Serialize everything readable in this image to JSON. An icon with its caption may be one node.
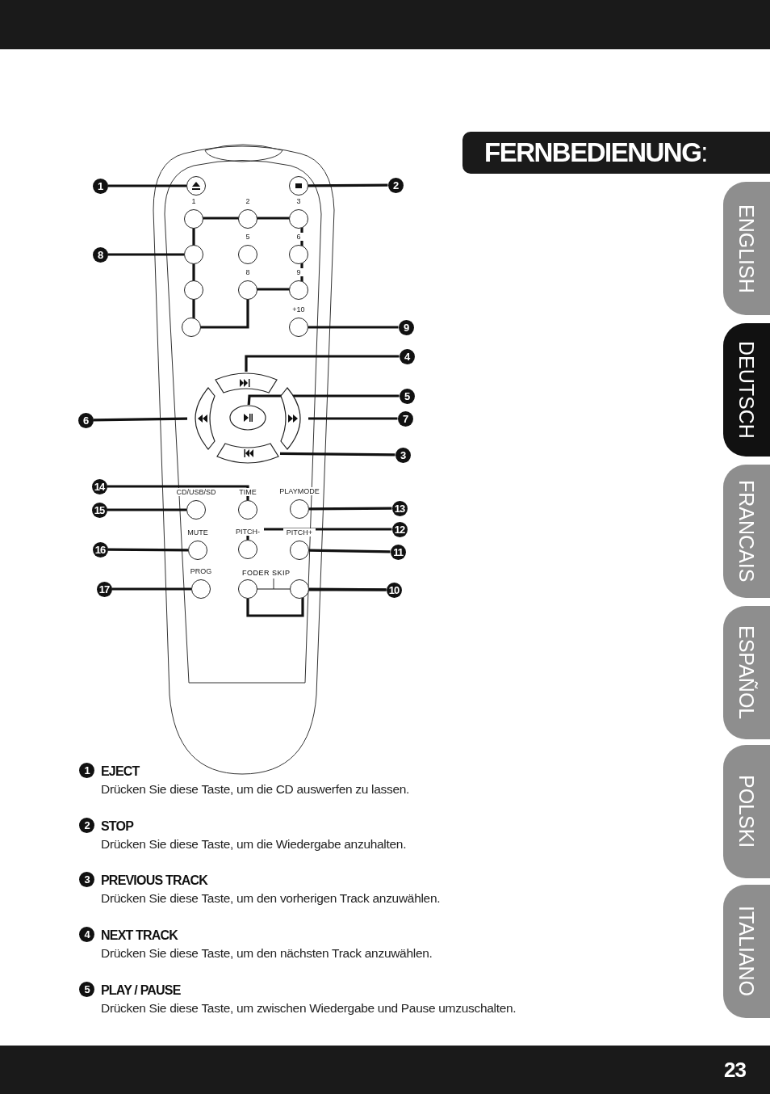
{
  "diagram": {
    "title": "**FERNBEDIENUNG**:",
    "nodes": [
      {
        "text": [
          "1"
        ]
      },
      {
        "text": [],
        "shape": "circle"
      },
      {
        "text": [
          "2"
        ]
      },
      {
        "text": [],
        "shape": "circle"
      },
      {
        "text": [
          "8"
        ]
      },
      {
        "text": [
          "9"
        ]
      },
      {
        "text": [
          "+10"
        ]
      },
      {
        "text": [
          "4"
        ]
      },
      {
        "text": [],
        "shape": "box"
      },
      {
        "text": [
          "5"
        ]
      },
      {
        "text": [],
        "shape": "circle"
      },
      {
        "text": [
          "6"
        ]
      },
      {
        "text": [],
        "shape": "box"
      },
      {
        "text": [
          "7"
        ]
      },
      {
        "text": [],
        "shape": "box"
      },
      {
        "text": [
          "3"
        ]
      },
      {
        "text": [],
        "shape": "box"
      },
      {
        "text": [
          "14"
        ]
      },
      {
        "text": [
          "TIME"
        ]
      },
      {
        "text": [
          "15"
        ]
      },
      {
        "text": [
          "CD/USB/SD"
        ]
      },
      {
        "text": [
          "13"
        ]
      },
      {
        "text": [
          "PLAYMODE"
        ]
      },
      {
        "text": [
          "12"
        ]
      },
      {
        "text": [
          "PITCH-"
        ]
      },
      {
        "text": [
          "16"
        ]
      },
      {
        "text": [
          "MUTE"
        ]
      },
      {
        "text": [
          "11"
        ]
      },
      {
        "text": [
          "PITCH+"
        ]
      },
      {
        "text": [
          "17"
        ]
      },
      {
        "text": [
          "PROG"
        ]
      },
      {
        "text": [
          "10"
        ]
      },
      {
        "text": [],
        "shape": "circle"
      },
      {
        "text": [],
        "shape": "circle"
      },
      {
        "text": [
          "1"
        ]
      },
      {
        "text": [
          "2"
        ]
      },
      {
        "text": [
          "3"
        ]
      },
      {
        "text": [],
        "shape": "circle"
      },
      {
        "text": [
          "5"
        ]
      },
      {
        "text": [
          "6"
        ]
      },
      {
        "text": [],
        "shape": "circle"
      },
      {
        "text": [
          "8"
        ]
      },
      {
        "text": [
          "9"
        ]
      },
      {
        "text": [],
        "shape": "circle"
      },
      {
        "text": [
          "1"
        ],
        "beside": [
          "EJECT",
          "Drücken Sie diese Taste, um die CD auswerfen zu lassen."
        ]
      },
      {
        "text": [
          "2"
        ],
        "beside": [
          "STOP",
          "Drücken Sie diese Taste, um die Wiedergabe anzuhalten."
        ]
      },
      {
        "text": [
          "3"
        ],
        "beside": [
          "PREVIOUS TRACK",
          "Drücken Sie diese Taste, um den vorherigen Track anzuwählen."
        ]
      },
      {
        "text": [
          "4"
        ],
        "beside": [
          "NEXT TRACK",
          "Drücken Sie diese Taste, um den nächsten Track anzuwählen."
        ]
      },
      {
        "text": [
          "5"
        ],
        "beside": [
          "PLAY / PAUSE",
          "Drücken Sie diese Taste, um zwischen Wiedergabe und Pause umzuschalten."
        ]
      }
    ],
    "edges": [
      {
        "from": 0,
        "to": 1,
        "arrow": "none"
      },
      {
        "from": 2,
        "to": 3,
        "arrow": "none"
      },
      {
        "from": 4,
        "to": 37,
        "arrow": "none"
      },
      {
        "from": 5,
        "to": 6,
        "arrow": "none"
      },
      {
        "from": 7,
        "to": 8,
        "arrow": "none"
      },
      {
        "from": 9,
        "to": 10,
        "arrow": "none"
      },
      {
        "from": 11,
        "to": 12,
        "arrow": "none"
      },
      {
        "from": 13,
        "to": 14,
        "arrow": "none"
      },
      {
        "from": 15,
        "to": 16,
        "arrow": "none"
      },
      {
        "from": 17,
        "to": 18,
        "arrow": "none"
      },
      {
        "from": 19,
        "to": 20,
        "arrow": "none"
      },
      {
        "from": 21,
        "to": 22,
        "arrow": "none"
      },
      {
        "from": 23,
        "to": 24,
        "arrow": "none"
      },
      {
        "from": 25,
        "to": 26,
        "arrow": "none"
      },
      {
        "from": 27,
        "to": 28,
        "arrow": "none"
      },
      {
        "from": 29,
        "to": 30,
        "arrow": "none"
      },
      {
        "from": 31,
        "to": 32,
        "arrow": "none"
      },
      {
        "from": 31,
        "to": 33,
        "arrow": "none"
      },
      {
        "from": 32,
        "to": 33,
        "arrow": "none"
      }
    ],
    "labels": [
      "FODER SKIP",
      "ENGLISH",
      "DEUTSCH",
      "FRANCAIS",
      "ESPAÑOL",
      "POLSKI",
      "ITALIANO",
      "23"
    ]
  }
}
